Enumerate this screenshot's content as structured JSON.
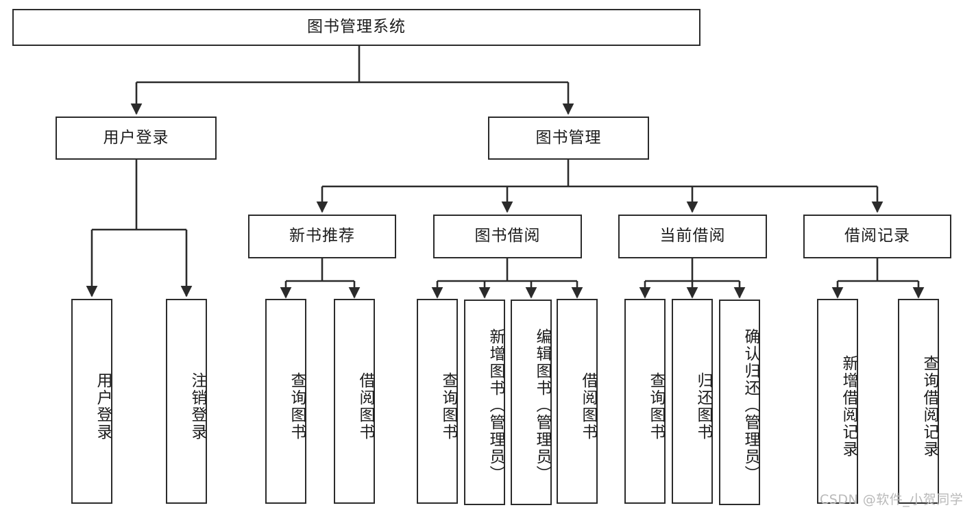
{
  "diagram": {
    "title": "图书管理系统",
    "type": "tree-hierarchy-chart",
    "colors": {
      "stroke": "#2b2b2b",
      "fill": "#ffffff",
      "text": "#1c1c1c",
      "watermark": "#b9b9b9"
    },
    "watermark": "CSDN @软件_小贺同学",
    "nodes": {
      "root": {
        "label": "图书管理系统"
      },
      "level1": [
        {
          "id": "user-login",
          "label": "用户登录"
        },
        {
          "id": "book-management",
          "label": "图书管理"
        }
      ],
      "level2": [
        {
          "id": "new-book-recommend",
          "label": "新书推荐"
        },
        {
          "id": "book-borrow",
          "label": "图书借阅"
        },
        {
          "id": "current-borrow",
          "label": "当前借阅"
        },
        {
          "id": "borrow-record",
          "label": "借阅记录"
        }
      ],
      "leaves_user_login": [
        {
          "id": "leaf-user-login",
          "label": "用户登录"
        },
        {
          "id": "leaf-logout",
          "label": "注销登录"
        }
      ],
      "leaves_new_book": [
        {
          "id": "leaf-query-book-1",
          "label": "查询图书"
        },
        {
          "id": "leaf-borrow-book-1",
          "label": "借阅图书"
        }
      ],
      "leaves_book_borrow": [
        {
          "id": "leaf-query-book-2",
          "label": "查询图书"
        },
        {
          "id": "leaf-add-book",
          "label": "新增图书（管理员）"
        },
        {
          "id": "leaf-edit-book",
          "label": "编辑图书（管理员）"
        },
        {
          "id": "leaf-borrow-book-2",
          "label": "借阅图书"
        }
      ],
      "leaves_current_borrow": [
        {
          "id": "leaf-query-book-3",
          "label": "查询图书"
        },
        {
          "id": "leaf-return-book",
          "label": "归还图书"
        },
        {
          "id": "leaf-confirm-return",
          "label": "确认归还（管理员）"
        }
      ],
      "leaves_borrow_record": [
        {
          "id": "leaf-add-record",
          "label": "新增借阅记录"
        },
        {
          "id": "leaf-query-record",
          "label": "查询借阅记录"
        }
      ]
    }
  }
}
